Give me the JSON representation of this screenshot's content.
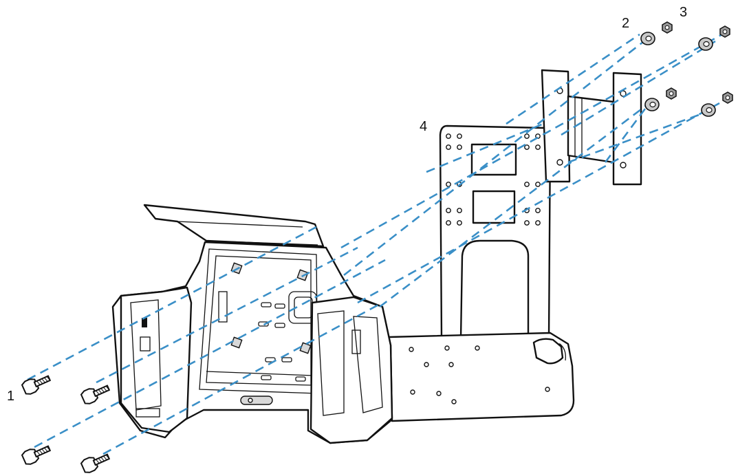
{
  "diagram": {
    "callouts": [
      {
        "id": "1",
        "label": "1"
      },
      {
        "id": "2",
        "label": "2"
      },
      {
        "id": "3",
        "label": "3"
      },
      {
        "id": "4",
        "label": "4"
      }
    ],
    "colors": {
      "guide_line": "#3a8fc7",
      "outline": "#111111",
      "fill": "#ffffff"
    },
    "icons": [
      "screw-icon",
      "washer-icon",
      "nut-icon"
    ]
  }
}
